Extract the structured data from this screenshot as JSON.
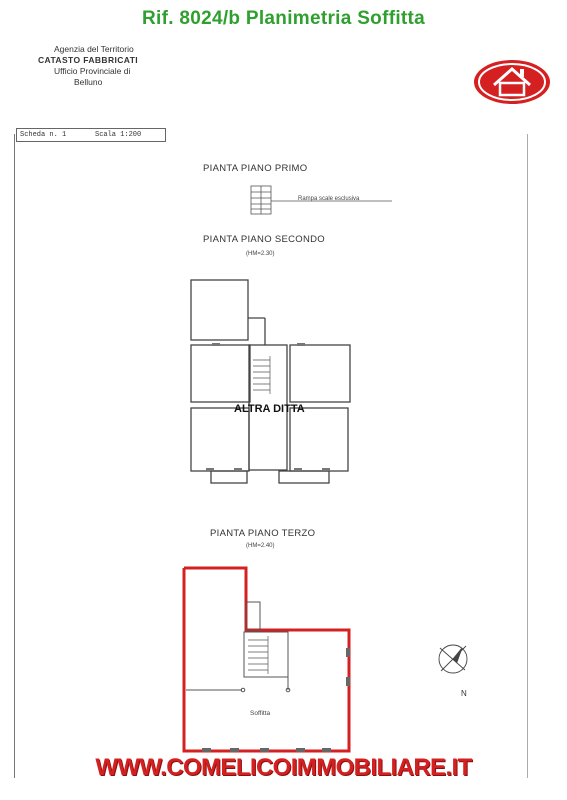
{
  "header": {
    "title": "Rif. 8024/b Planimetria Soffitta"
  },
  "stamp": {
    "line1": "Agenzia del Territorio",
    "line2": "CATASTO FABBRICATI",
    "line3": "Ufficio Provinciale di",
    "line4": "Belluno"
  },
  "logo": {
    "icon": "house-logo-icon",
    "color": "#d42020"
  },
  "sheet": {
    "scheda": "Scheda n. 1",
    "scala": "Scala 1:200"
  },
  "floors": {
    "primo": {
      "title": "PIANTA PIANO PRIMO",
      "note": "Rampa scale esclusiva"
    },
    "secondo": {
      "title": "PIANTA PIANO SECONDO",
      "height": "(HM=2.30)",
      "label": "ALTRA DITTA"
    },
    "terzo": {
      "title": "PIANTA PIANO TERZO",
      "height": "(HM=2.40)",
      "room": "Soffitta",
      "highlight_color": "#d42020"
    }
  },
  "compass": {
    "label": "N",
    "icon": "compass-icon"
  },
  "footer": {
    "website": "WWW.COMELICOIMMOBILIARE.IT"
  }
}
